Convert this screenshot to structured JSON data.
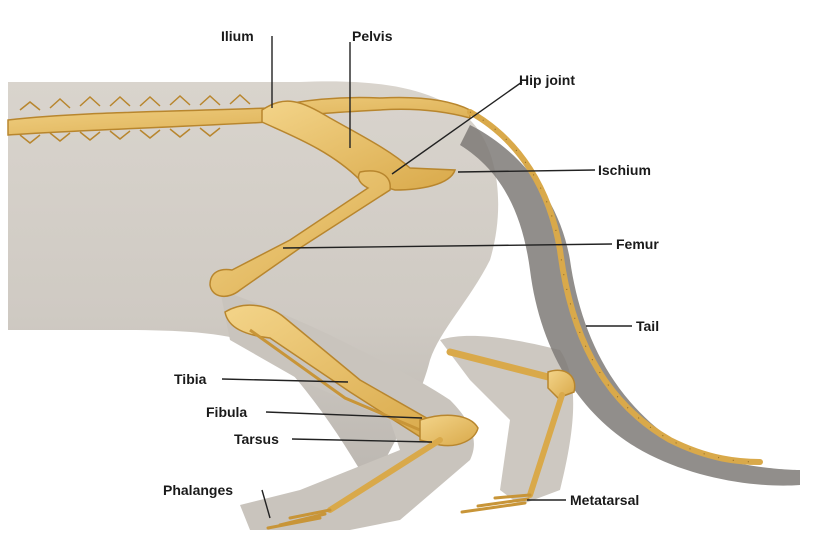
{
  "diagram": {
    "labels": {
      "ilium": "Ilium",
      "pelvis": "Pelvis",
      "hip_joint": "Hip joint",
      "ischium": "Ischium",
      "femur": "Femur",
      "tail": "Tail",
      "tibia": "Tibia",
      "fibula": "Fibula",
      "tarsus": "Tarsus",
      "phalanges": "Phalanges",
      "metatarsal": "Metatarsal"
    },
    "colors": {
      "background": "#ffffff",
      "fur": "#d3cec7",
      "fur_shadow": "#8f8a86",
      "bone": "#e8c06a",
      "bone_outline": "#b8862e",
      "leader_line": "#222222"
    }
  }
}
